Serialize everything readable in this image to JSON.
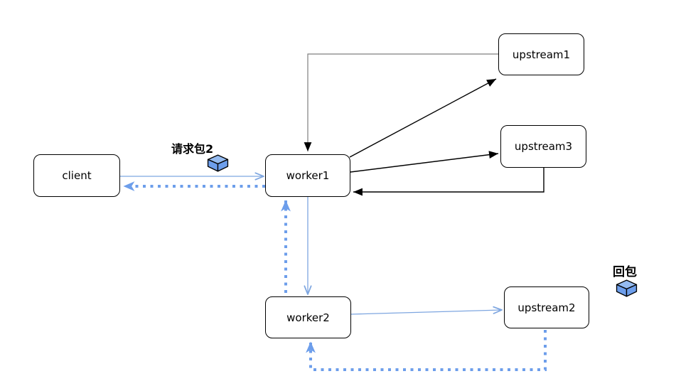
{
  "diagram": {
    "type": "flow-diagram",
    "nodes": [
      {
        "id": "client",
        "label": "client"
      },
      {
        "id": "worker1",
        "label": "worker1"
      },
      {
        "id": "worker2",
        "label": "worker2"
      },
      {
        "id": "upstream1",
        "label": "upstream1"
      },
      {
        "id": "upstream2",
        "label": "upstream2"
      },
      {
        "id": "upstream3",
        "label": "upstream3"
      }
    ],
    "annotations": [
      {
        "id": "request-packet",
        "label": "请求包2",
        "icon": "package-cube-icon"
      },
      {
        "id": "reply-packet",
        "label": "回包",
        "icon": "package-cube-icon"
      }
    ],
    "edges": [
      {
        "from": "client",
        "to": "worker1",
        "style": "solid-thin-blue",
        "arrow": "open"
      },
      {
        "from": "worker1",
        "to": "client",
        "style": "dotted-thick-blue",
        "arrow": "dart"
      },
      {
        "from": "worker1",
        "to": "worker2",
        "style": "solid-thin-blue",
        "arrow": "open"
      },
      {
        "from": "worker2",
        "to": "worker1",
        "style": "dotted-thick-blue",
        "arrow": "dart"
      },
      {
        "from": "worker2",
        "to": "upstream2",
        "style": "solid-thin-blue",
        "arrow": "open"
      },
      {
        "from": "upstream2",
        "to": "worker2",
        "style": "dotted-thick-blue",
        "arrow": "dart"
      },
      {
        "from": "upstream1",
        "to": "worker1",
        "style": "solid-gray",
        "arrow": "filled-triangle"
      },
      {
        "from": "worker1",
        "to": "upstream1",
        "style": "solid-black",
        "arrow": "filled-triangle"
      },
      {
        "from": "worker1",
        "to": "upstream3",
        "style": "solid-black",
        "arrow": "filled-triangle"
      },
      {
        "from": "upstream3",
        "to": "worker1",
        "style": "solid-black",
        "arrow": "filled-triangle"
      }
    ],
    "colors": {
      "accent_blue": "#7ea6e0",
      "packet_blue": "#6d9eeb",
      "packet_blue_light": "#95bbf0",
      "edge_black": "#000000",
      "edge_gray": "#7f7f7f",
      "node_border": "#000000",
      "node_fill": "#ffffff",
      "background": "#ffffff",
      "label_text": "#000000"
    }
  }
}
